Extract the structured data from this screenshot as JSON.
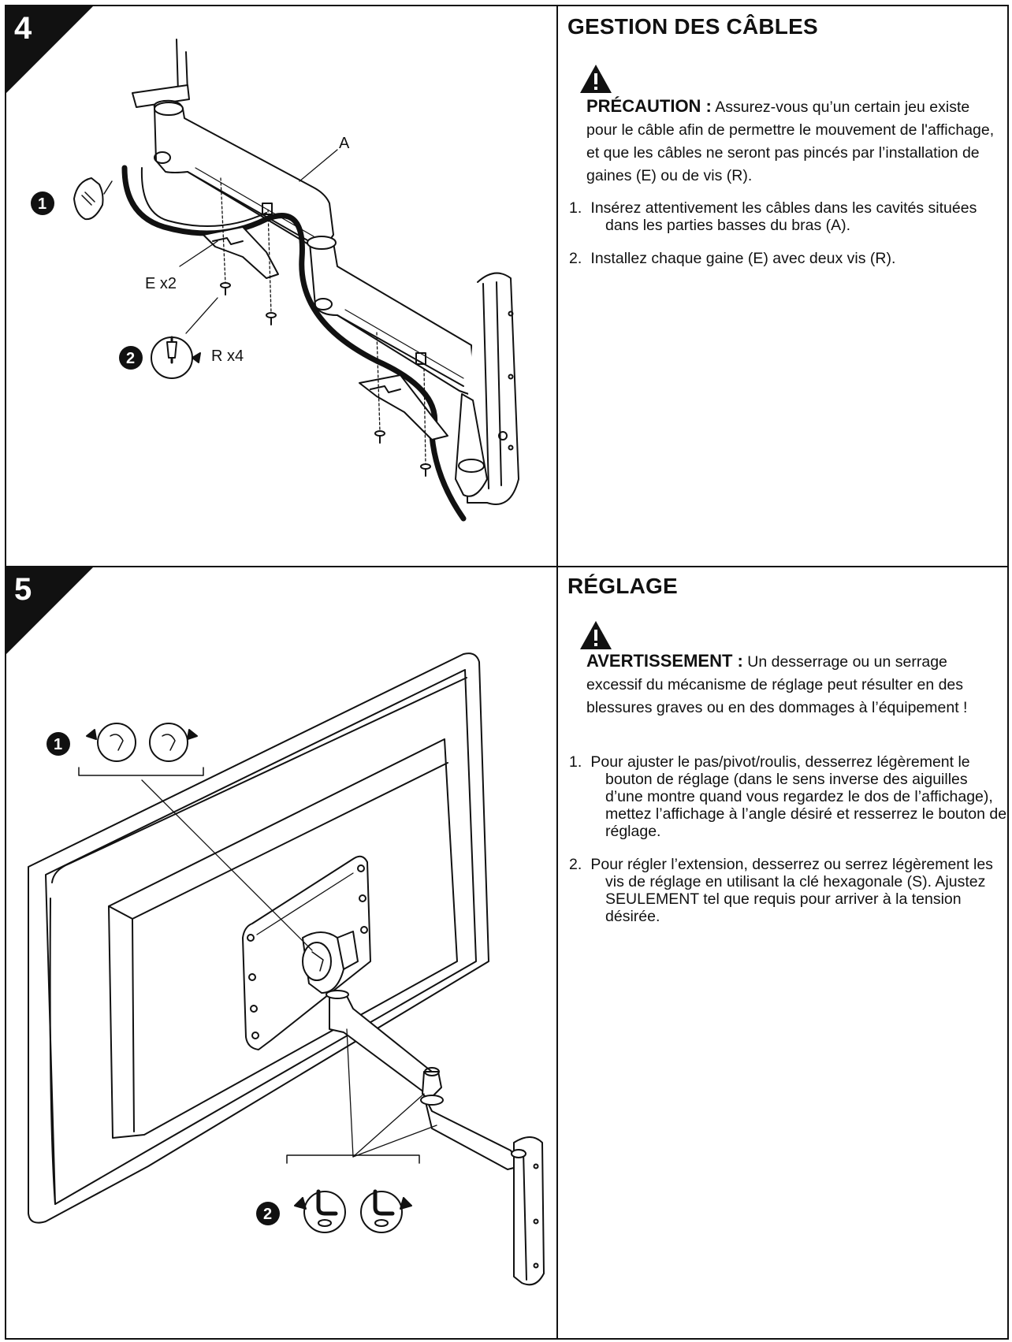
{
  "step4": {
    "number": "4",
    "title": "GESTION DES CÂBLES",
    "notice_label": "PRÉCAUTION :",
    "notice_text": "Assurez-vous qu’un certain jeu existe pour le câble afin de permettre le mouvement de l'affichage, et que les câbles ne seront pas pincés par l’installation de gaines (E) ou de vis (R).",
    "instructions": [
      {
        "num": "1.",
        "text": "Insérez attentivement les câbles dans les cavités situées dans les parties basses du bras (A)."
      },
      {
        "num": "2.",
        "text": "Installez chaque gaine (E) avec deux vis (R)."
      }
    ],
    "figure": {
      "label_a": "A",
      "label_e": "E x2",
      "label_r": "R x4",
      "callout_1": "1",
      "callout_2": "2"
    }
  },
  "step5": {
    "number": "5",
    "title": "RÉGLAGE",
    "notice_label": "AVERTISSEMENT :",
    "notice_text": "Un desserrage ou un serrage excessif du mécanisme de réglage peut résulter en des blessures graves ou en des dommages à l’équipement !",
    "instructions": [
      {
        "num": "1.",
        "text": "Pour ajuster le pas/pivot/roulis, desserrez légèrement le bouton de réglage (dans le sens inverse des aiguilles d’une montre quand vous regardez le dos de l’affichage), mettez l’affichage à l’angle désiré et resserrez le bouton de réglage."
      },
      {
        "num": "2.",
        "text": "Pour régler l’extension, desserrez ou serrez légèrement les vis de réglage en utilisant la clé hexagonale (S). Ajustez SEULEMENT tel que requis pour arriver à la tension désirée."
      }
    ],
    "figure": {
      "callout_1": "1",
      "callout_2": "2"
    }
  },
  "icons": {
    "warning": "warning-triangle-icon"
  }
}
